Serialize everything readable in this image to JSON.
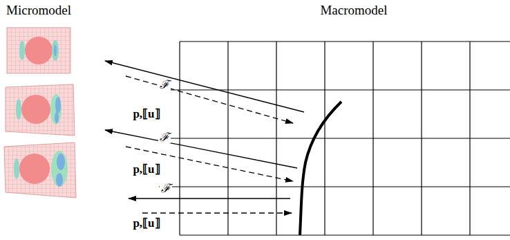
{
  "diagram": {
    "labels": [
      "Micromodel",
      "Macromodel",
      "ℱ",
      "p,⟦u⟧",
      "ℱ",
      "p,⟦u⟧",
      "ℱ",
      "p,⟦u⟧"
    ]
  }
}
